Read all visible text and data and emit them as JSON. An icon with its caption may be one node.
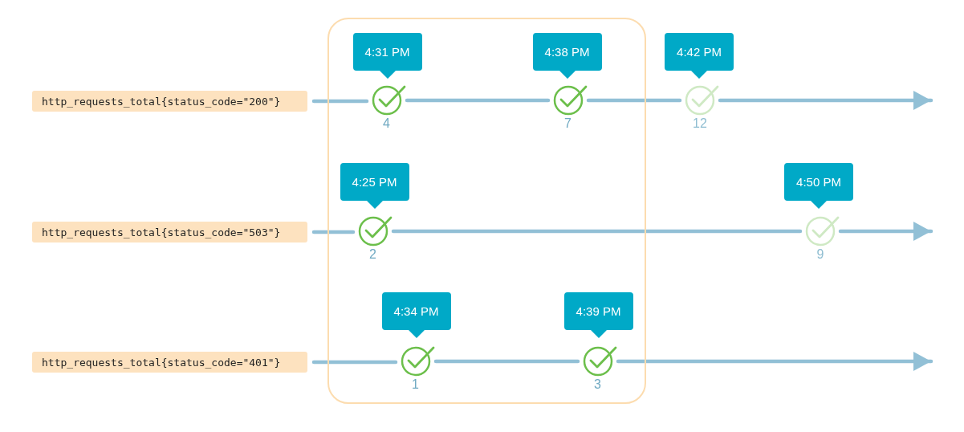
{
  "diagram": {
    "nodes": [
      {
        "text": [],
        "shape": "box"
      },
      {
        "text": [
          "http_requests_total{status_code=\"200\"}"
        ]
      },
      {
        "text": [
          "4:31 PM"
        ],
        "in": 0
      },
      {
        "text": [],
        "shape": "circle",
        "beside": [
          "4"
        ],
        "in": 0
      },
      {
        "text": [
          "4:38 PM"
        ],
        "in": 0
      },
      {
        "text": [],
        "shape": "circle",
        "beside": [
          "7"
        ],
        "in": 0
      },
      {
        "text": [
          "4:42 PM"
        ]
      },
      {
        "text": [],
        "shape": "circle",
        "beside": [
          "12"
        ]
      },
      {
        "text": [
          "http_requests_total{status_code=\"503\"}"
        ]
      },
      {
        "text": [
          "4:25 PM"
        ],
        "in": 0
      },
      {
        "text": [],
        "shape": "circle",
        "beside": [
          "2"
        ],
        "in": 0
      },
      {
        "text": [
          "4:50 PM"
        ]
      },
      {
        "text": [],
        "shape": "circle",
        "beside": [
          "9"
        ]
      },
      {
        "text": [
          "http_requests_total{status_code=\"401\"}"
        ]
      },
      {
        "text": [
          "4:34 PM"
        ],
        "in": 0
      },
      {
        "text": [],
        "shape": "circle",
        "beside": [
          "1"
        ],
        "in": 0
      },
      {
        "text": [
          "4:39 PM"
        ],
        "in": 0
      },
      {
        "text": [],
        "shape": "circle",
        "beside": [
          "3"
        ],
        "in": 0
      }
    ],
    "edges": [
      {
        "from": 1,
        "to": 3,
        "arrow": "none"
      },
      {
        "from": 3,
        "to": 5,
        "arrow": "none"
      },
      {
        "from": 5,
        "to": 7,
        "arrow": "none"
      },
      {
        "from": 7,
        "to": null,
        "arrow": "to"
      },
      {
        "from": 8,
        "to": 10,
        "arrow": "none"
      },
      {
        "from": 10,
        "to": 12,
        "arrow": "none"
      },
      {
        "from": 12,
        "to": null,
        "arrow": "to"
      },
      {
        "from": 13,
        "to": 15,
        "arrow": "none"
      },
      {
        "from": 15,
        "to": 17,
        "arrow": "none"
      },
      {
        "from": 17,
        "to": null,
        "arrow": "to"
      }
    ]
  }
}
